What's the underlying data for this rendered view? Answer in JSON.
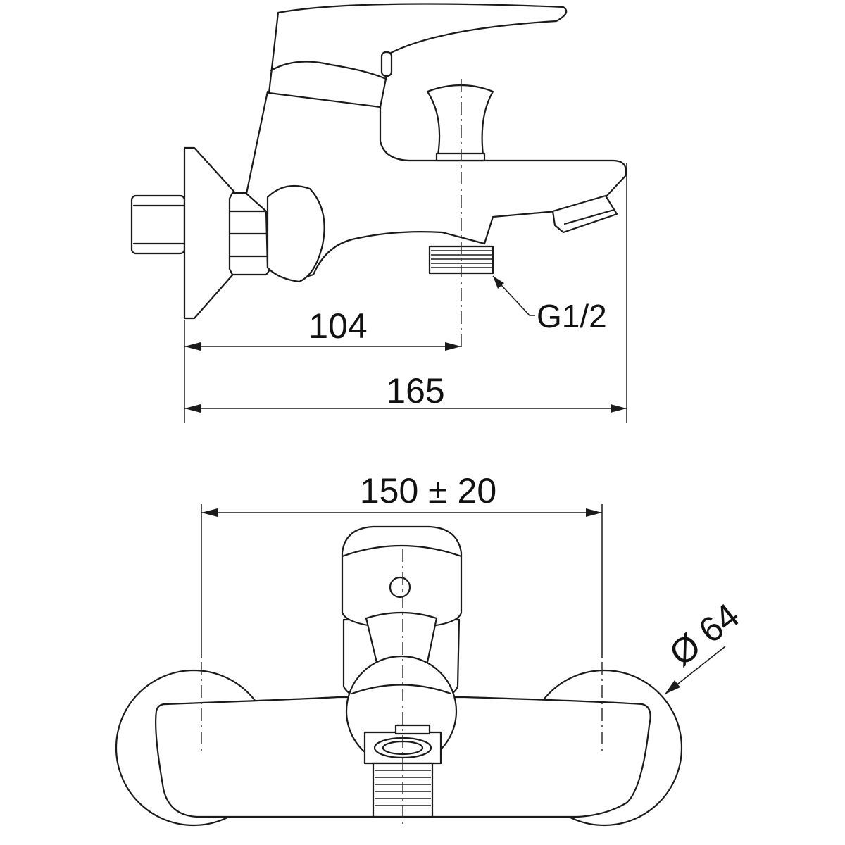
{
  "drawing": {
    "side_view": {
      "dim_inner": "104",
      "dim_overall": "165",
      "thread_callout": "G1/2"
    },
    "front_view": {
      "dim_spacing": "150 ± 20",
      "dim_rosette": "Ø 64"
    }
  }
}
